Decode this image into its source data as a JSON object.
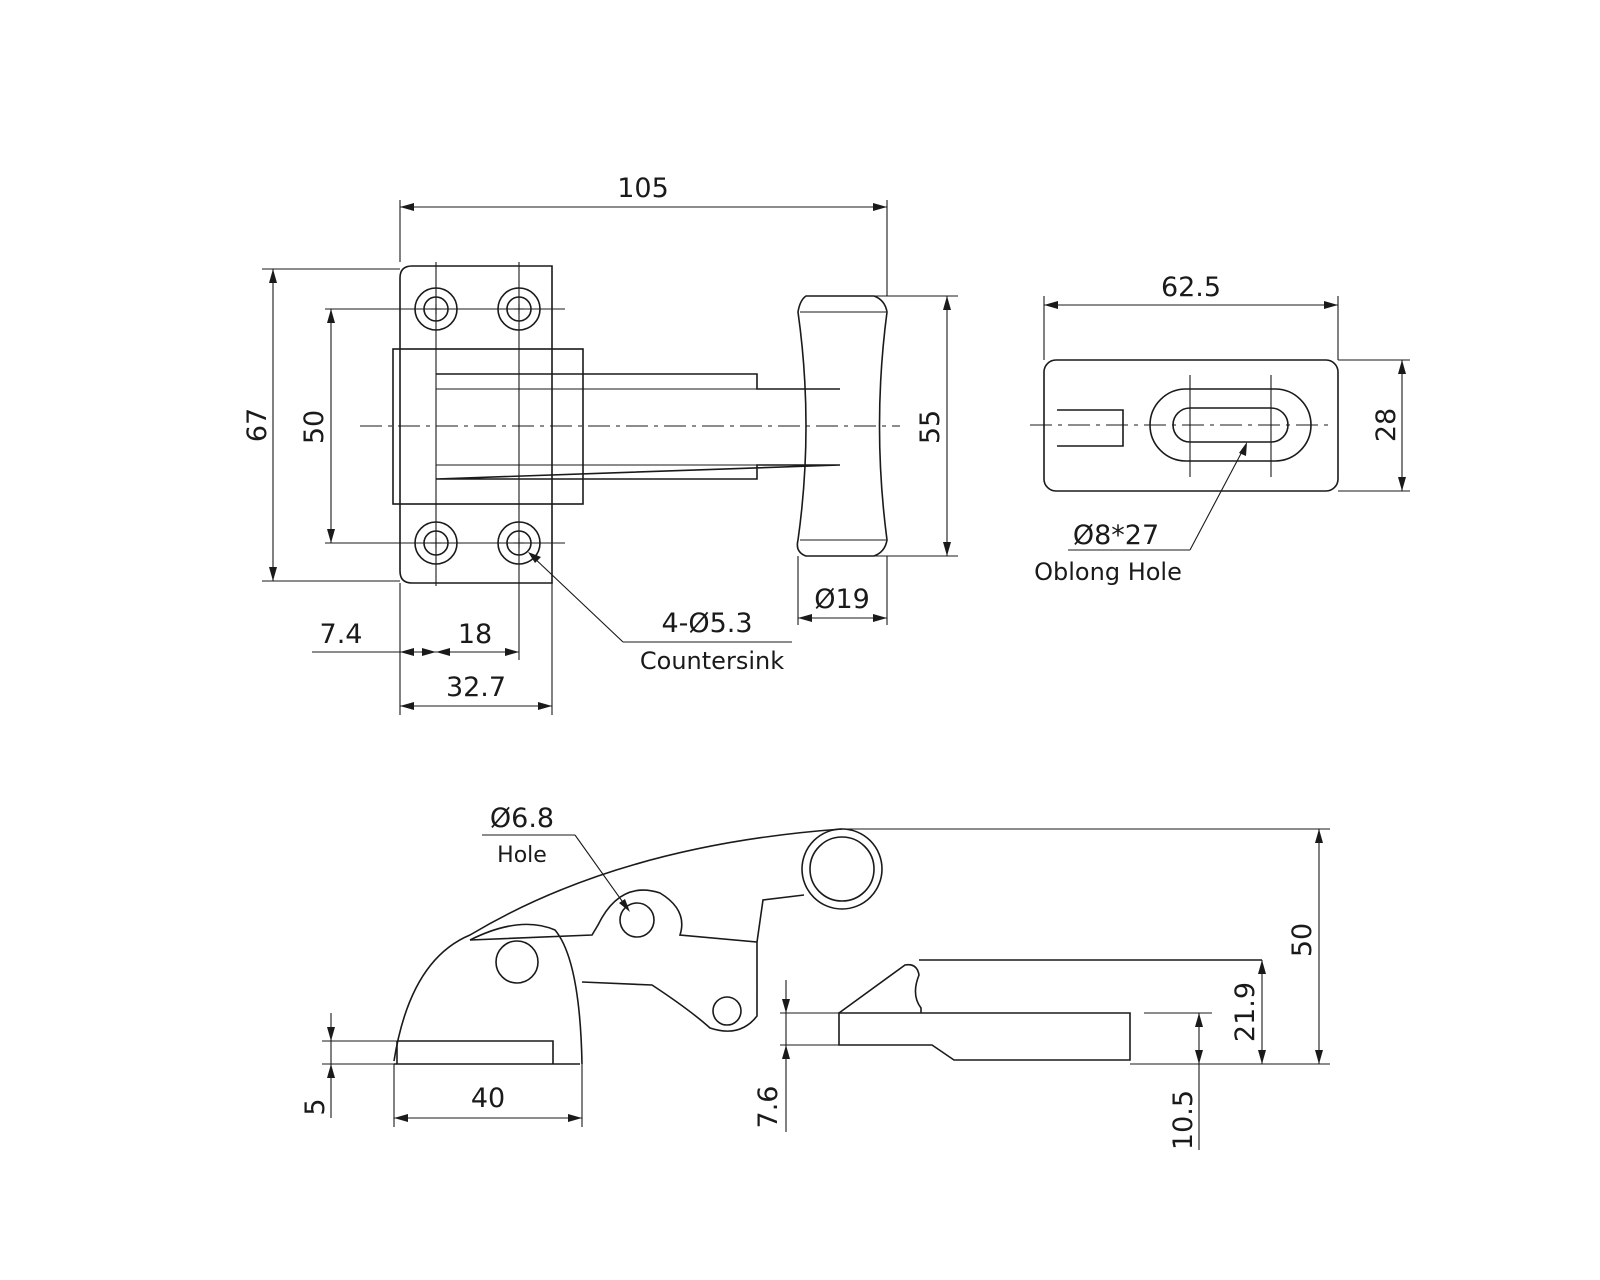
{
  "dimensions": {
    "d105": "105",
    "d67": "67",
    "d50a": "50",
    "d55": "55",
    "d19": "Ø19",
    "d7_4": "7.4",
    "d18": "18",
    "d32_7": "32.7",
    "d62_5": "62.5",
    "d28": "28",
    "d50b": "50",
    "d21_9": "21.9",
    "d10_5": "10.5",
    "d7_6": "7.6",
    "d5": "5",
    "d40": "40"
  },
  "notes": {
    "countersink_size": "4-Ø5.3",
    "countersink_label": "Countersink",
    "oblong_size": "Ø8*27",
    "oblong_label": "Oblong Hole",
    "hole_size": "Ø6.8",
    "hole_label": "Hole"
  }
}
